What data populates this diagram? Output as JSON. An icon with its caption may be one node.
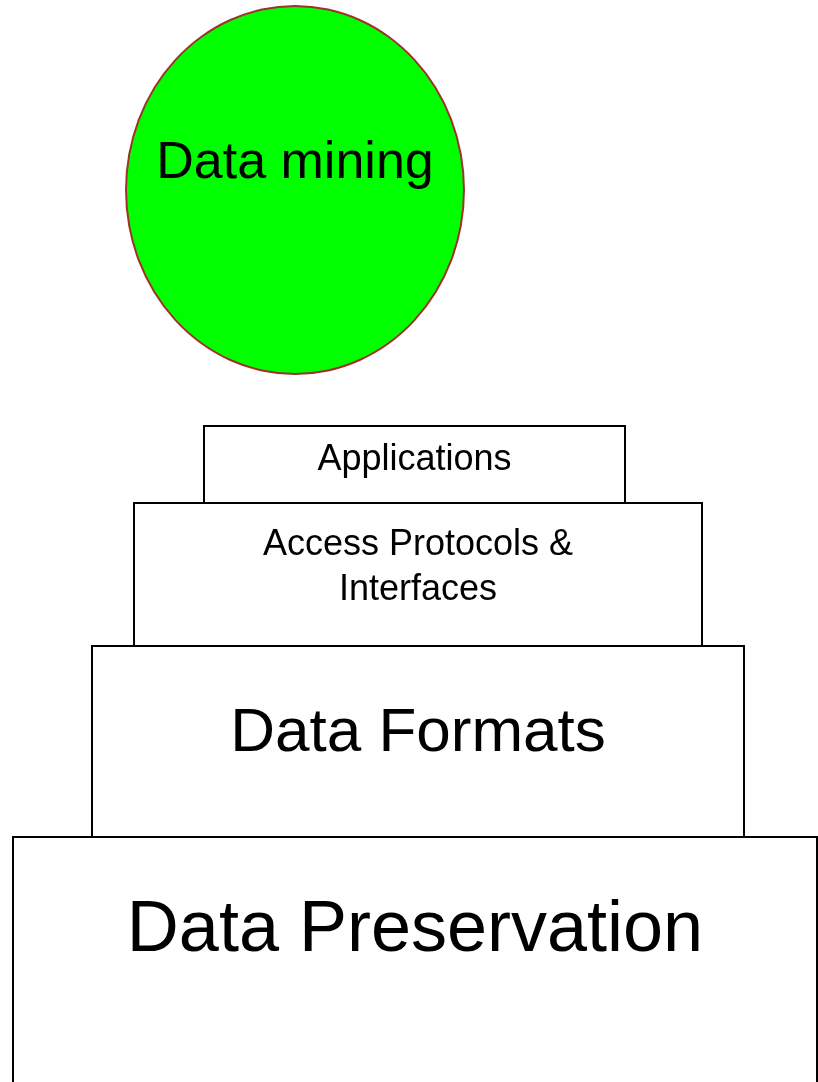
{
  "diagram": {
    "nodes": [
      {
        "text": [
          "Data mining"
        ]
      },
      {
        "text": [
          "Applications"
        ]
      },
      {
        "text": [
          "Access Protocols & Interfaces"
        ]
      },
      {
        "text": [
          "Data Formats"
        ]
      },
      {
        "text": [
          "Data Preservation"
        ]
      }
    ]
  }
}
